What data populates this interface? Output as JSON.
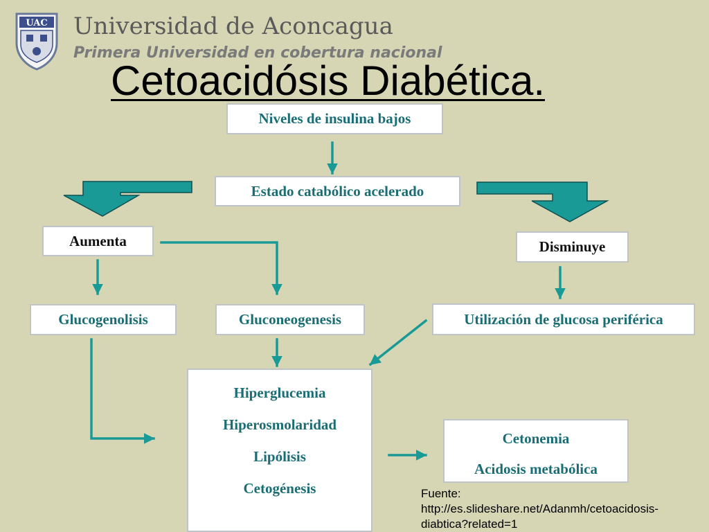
{
  "header": {
    "logo_text": "UAC",
    "university_name": "Universidad de Aconcagua",
    "tagline": "Primera Universidad en cobertura nacional"
  },
  "title": "Cetoacidósis Diabética.",
  "nodes": {
    "insulina": "Niveles de insulina bajos",
    "catabolico": "Estado catabólico acelerado",
    "aumenta": "Aumenta",
    "disminuye": "Disminuye",
    "glucogenolisis": "Glucogenolisis",
    "gluconeogenesis": "Gluconeogenesis",
    "utilizacion": "Utilización de glucosa periférica",
    "efectos": [
      "Hiperglucemia",
      "Hiperosmolaridad",
      "Lipólisis",
      "Cetogénesis"
    ],
    "resultado": [
      "Cetonemia",
      "Acidosis metabólica"
    ]
  },
  "source": {
    "label": "Fuente:",
    "url_line1": "http://es.slideshare.net/Adanmh/cetoacidosis-",
    "url_line2": "diabtica?related=1"
  },
  "colors": {
    "background": "#d6d6b4",
    "accent": "#1a9a96",
    "node_text": "#1a6e73"
  }
}
